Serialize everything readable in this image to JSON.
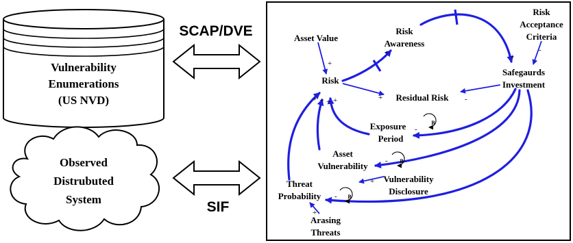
{
  "left_panel": {
    "database": {
      "line1": "Vulnerability",
      "line2": "Enumerations",
      "line3": "(US NVD)"
    },
    "cloud": {
      "line1": "Observed",
      "line2": "Distrubuted",
      "line3": "System"
    },
    "top_link_label": "SCAP/DVE",
    "bottom_link_label": "SIF"
  },
  "diagram": {
    "nodes": {
      "asset_value": "Asset Value",
      "risk_awareness_1": "Risk",
      "risk_awareness_2": "Awareness",
      "risk_acceptance_1": "Risk",
      "risk_acceptance_2": "Acceptance",
      "risk_acceptance_3": "Criteria",
      "risk": "Risk",
      "residual_risk": "Residual Risk",
      "safeguards_1": "Safegaurds",
      "safeguards_2": "Investment",
      "exposure_1": "Exposure",
      "exposure_2": "Period",
      "asset_vuln_1": "Asset",
      "asset_vuln_2": "Vulnerability",
      "vuln_disclosure_1": "Vulnerability",
      "vuln_disclosure_2": "Disclosure",
      "threat_prob_1": "Threat",
      "threat_prob_2": "Probability",
      "arising_1": "Arasing",
      "arising_2": "Threats"
    },
    "loop_label": "B",
    "plus": "+",
    "minus": "-"
  },
  "colors": {
    "link": "#1f1fe0",
    "outline": "#000000"
  }
}
